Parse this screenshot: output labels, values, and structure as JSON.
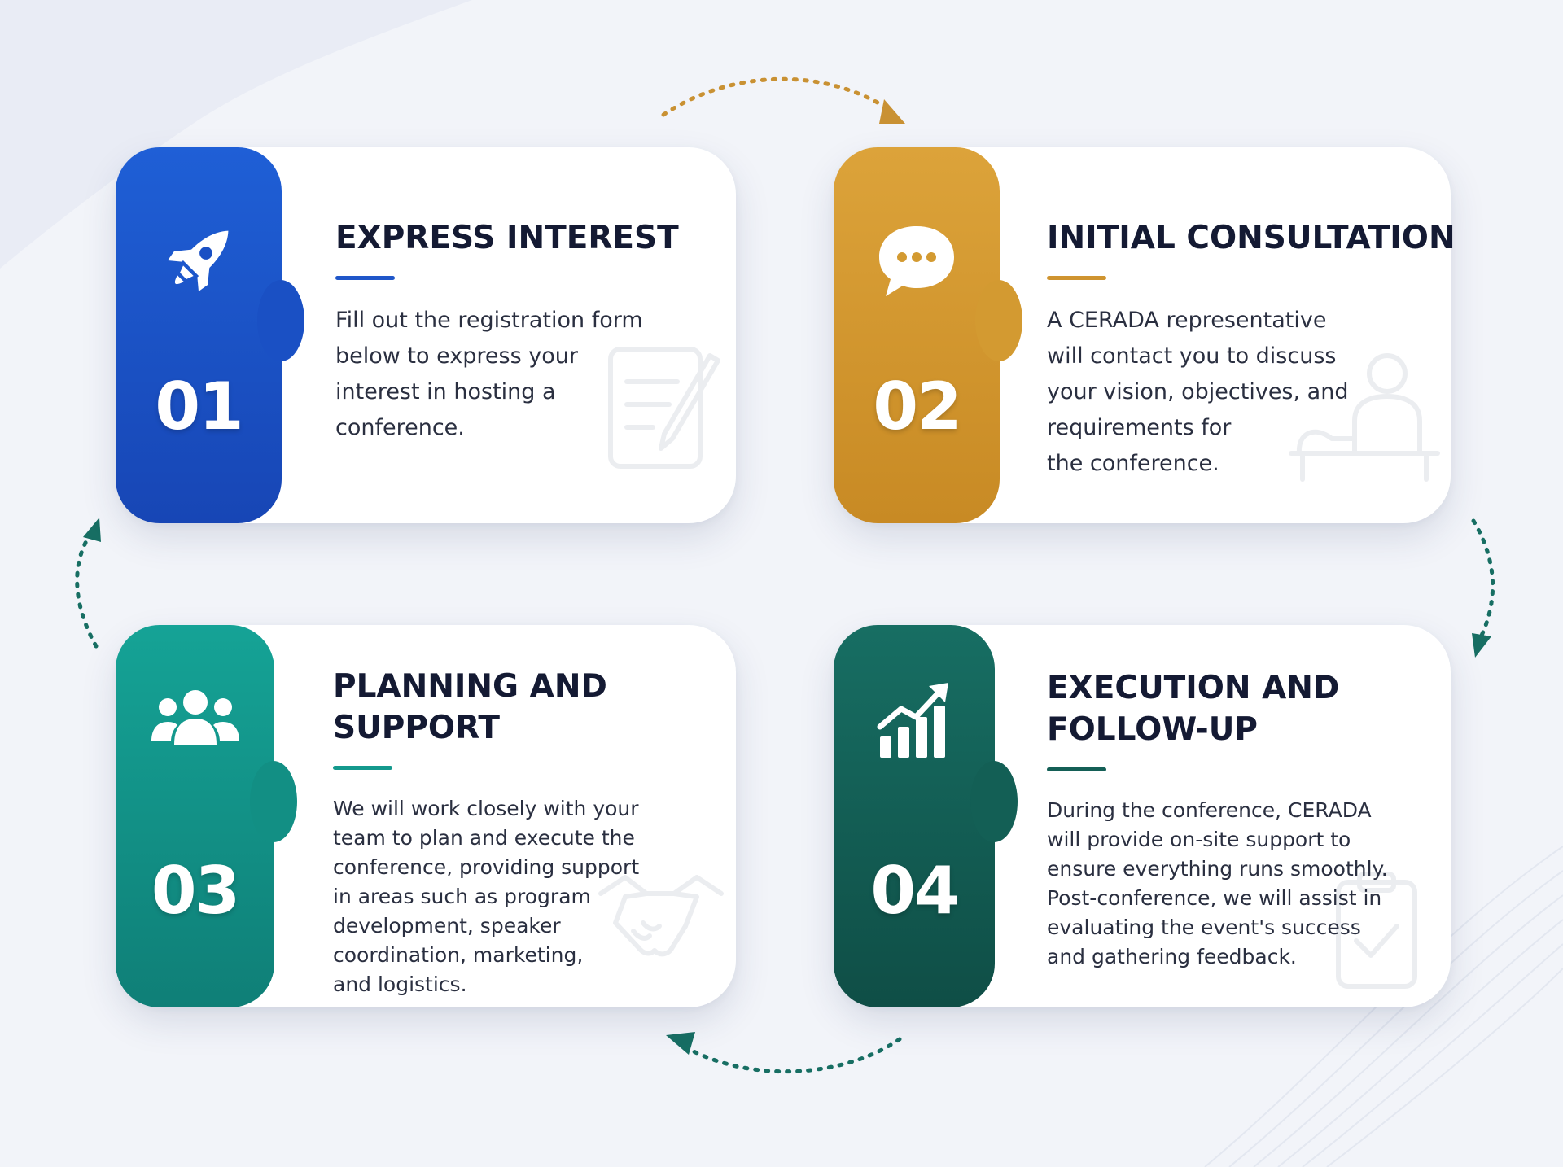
{
  "colors": {
    "background": "#f2f4f9",
    "step_1": "#1a50c4",
    "step_2": "#d39a31",
    "step_3": "#128f84",
    "step_4": "#135f55",
    "arrow_top": "#c99133",
    "arrow_side": "#176e63"
  },
  "steps": [
    {
      "number": "01",
      "icon": "rocket-icon",
      "title": "EXPRESS INTEREST",
      "description": "Fill out the registration form\nbelow to express your\ninterest in hosting a\nconference.",
      "watermark_icon": "document-edit-icon"
    },
    {
      "number": "02",
      "icon": "chat-bubble-icon",
      "title": "INITIAL CONSULTATION",
      "description": "A CERADA representative\nwill contact you to discuss\nyour vision, objectives, and\nrequirements for\nthe conference.",
      "watermark_icon": "meeting-person-icon"
    },
    {
      "number": "03",
      "icon": "people-group-icon",
      "title": "PLANNING AND\nSUPPORT",
      "description": "We will work closely with your\nteam to plan and execute the\nconference, providing support\nin areas such as program\ndevelopment, speaker\ncoordination, marketing,\nand logistics.",
      "watermark_icon": "handshake-icon"
    },
    {
      "number": "04",
      "icon": "growth-chart-icon",
      "title": "EXECUTION AND\nFOLLOW-UP",
      "description": "During the conference, CERADA\nwill provide on-site support to\nensure everything runs smoothly.\nPost-conference, we will assist in\nevaluating the event's success\nand gathering feedback.",
      "watermark_icon": "clipboard-check-icon"
    }
  ]
}
